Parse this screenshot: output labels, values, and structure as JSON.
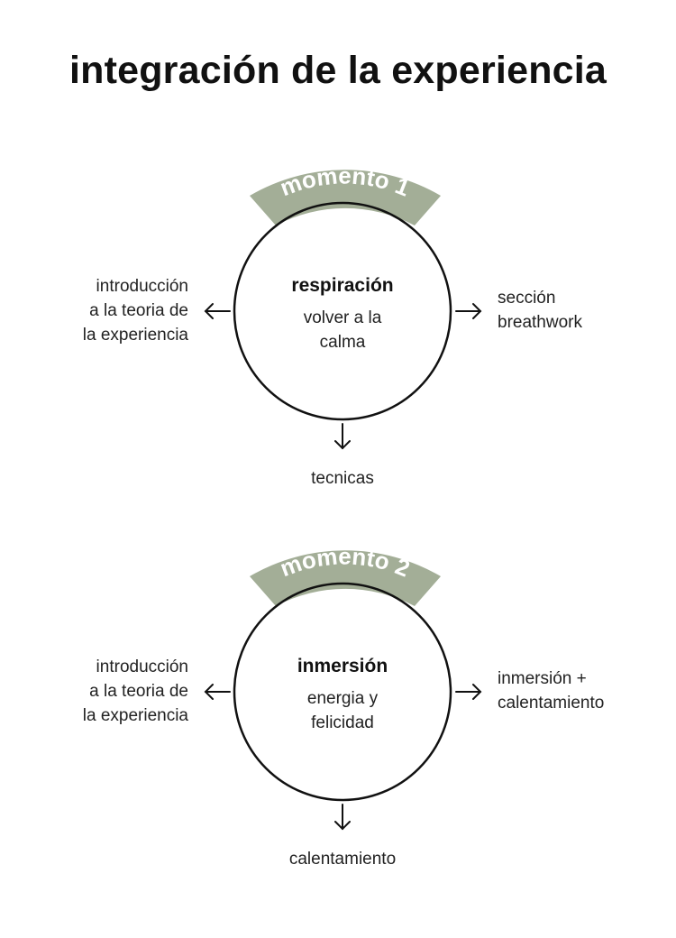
{
  "title": "integración de la experiencia",
  "colors": {
    "accent": "#a3ae97",
    "stroke": "#111111"
  },
  "moments": [
    {
      "badge": "momento 1",
      "center_title": "respiración",
      "center_sub": [
        "volver a la",
        "calma"
      ],
      "left": [
        "introducción",
        "a la teoria de",
        "la experiencia"
      ],
      "right": [
        "sección",
        "breathwork"
      ],
      "bottom": "tecnicas"
    },
    {
      "badge": "momento 2",
      "center_title": "inmersión",
      "center_sub": [
        "energia y",
        "felicidad"
      ],
      "left": [
        "introducción",
        "a la teoria de",
        "la experiencia"
      ],
      "right": [
        "inmersión +",
        "calentamiento"
      ],
      "bottom": "calentamiento"
    }
  ]
}
